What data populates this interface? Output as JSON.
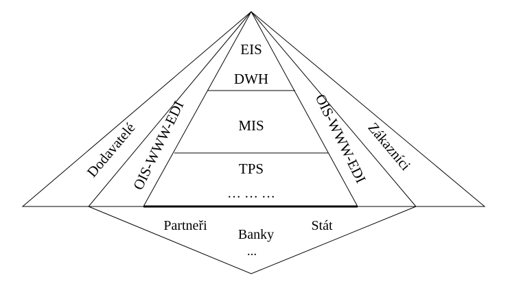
{
  "pyramid": {
    "levels": [
      "EIS",
      "DWH",
      "MIS",
      "TPS",
      "… … …"
    ]
  },
  "sides": {
    "outer_left": "Dodavatelé",
    "inner_left": "OIS-WWW-EDI",
    "inner_right": "OIS-WWW-EDI",
    "outer_right": "Zákazníci"
  },
  "base": {
    "items": [
      "Partneři",
      "Banky",
      "Stát",
      "..."
    ]
  },
  "colors": {
    "line": "#000000",
    "background": "#ffffff"
  }
}
